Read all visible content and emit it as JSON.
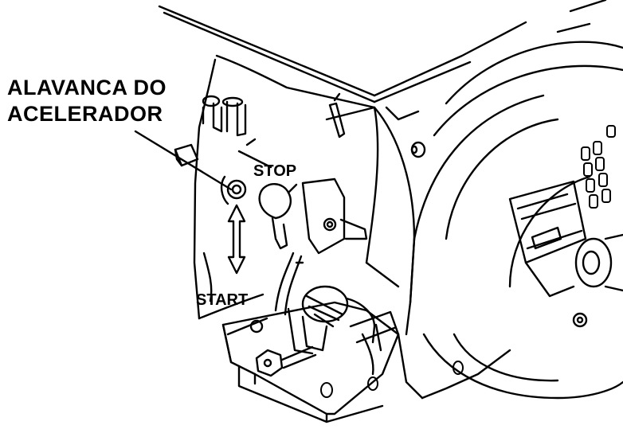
{
  "diagram": {
    "callout": {
      "line1": "ALAVANCA DO",
      "line2": "ACELERADOR"
    },
    "stop_label": "STOP",
    "start_label": "START"
  },
  "colors": {
    "ink": "#000000",
    "paper": "#ffffff"
  }
}
